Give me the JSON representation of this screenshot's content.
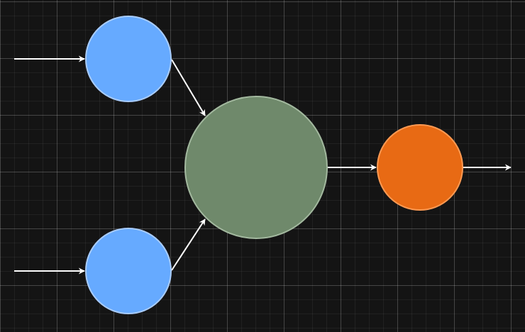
{
  "diagram": {
    "colors": {
      "background": "#141414",
      "grid": "#3a3a3a",
      "input_node_fill": "#66aaff",
      "input_node_stroke": "#a9cdff",
      "hidden_node_fill": "#6f896b",
      "hidden_node_stroke": "#a3b99f",
      "output_node_fill": "#e86a14",
      "output_node_stroke": "#ff9a52",
      "edge": "#ffffff"
    },
    "nodes": [
      {
        "id": "input-node-top",
        "role": "input"
      },
      {
        "id": "input-node-bottom",
        "role": "input"
      },
      {
        "id": "hidden-node",
        "role": "hidden"
      },
      {
        "id": "output-node",
        "role": "output"
      }
    ],
    "edges": [
      {
        "id": "input-arrow-top",
        "from": null,
        "to": "input-node-top"
      },
      {
        "id": "input-arrow-bottom",
        "from": null,
        "to": "input-node-bottom"
      },
      {
        "id": "edge-top-to-hidden",
        "from": "input-node-top",
        "to": "hidden-node"
      },
      {
        "id": "edge-bottom-to-hidden",
        "from": "input-node-bottom",
        "to": "hidden-node"
      },
      {
        "id": "edge-hidden-to-output",
        "from": "hidden-node",
        "to": "output-node"
      },
      {
        "id": "output-arrow",
        "from": "output-node",
        "to": null
      }
    ]
  }
}
